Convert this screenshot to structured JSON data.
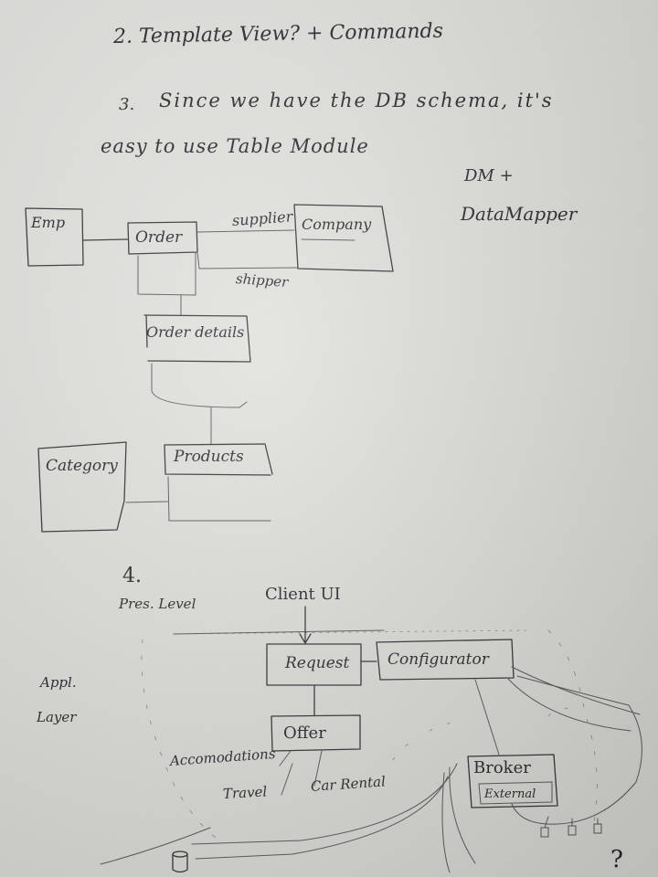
{
  "notes": {
    "item2": "2. Template View? + Commands",
    "item3_num": "3.",
    "item3_line1": "Since we have the DB schema, it's",
    "item3_line2": "easy to use Table Module",
    "dm_line1": "DM +",
    "dm_line2": "DataMapper",
    "item4_num": "4.",
    "pres_level": "Pres. Level",
    "appl_line1": "Appl.",
    "appl_line2": "Layer",
    "client_ui": "Client UI",
    "question_mark": "?"
  },
  "schema_diagram": {
    "tables": [
      "Emp",
      "Order",
      "Company",
      "Order details",
      "Category",
      "Products"
    ],
    "relations": [
      "supplier",
      "shipper"
    ]
  },
  "architecture_diagram": {
    "boxes": [
      "Request",
      "Configurator",
      "Offer",
      "Broker"
    ],
    "sub_labels": [
      "External"
    ],
    "offer_items": [
      "Accomodations",
      "Travel",
      "Car Rental"
    ]
  }
}
